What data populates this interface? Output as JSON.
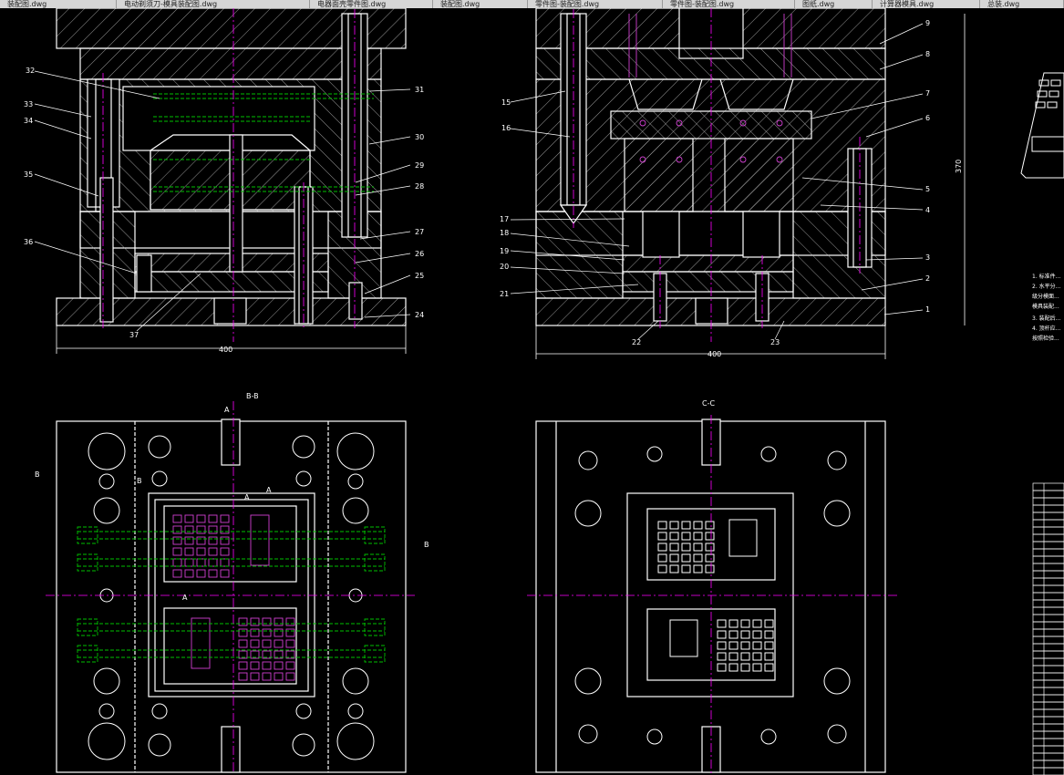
{
  "tabs": [
    {
      "label": "装配图.dwg"
    },
    {
      "label": "电动剃须刀-模具装配图.dwg"
    },
    {
      "label": "电器面壳零件图.dwg"
    },
    {
      "label": "装配图.dwg"
    },
    {
      "label": "零件图-装配图.dwg"
    },
    {
      "label": "零件图-装配图.dwg"
    },
    {
      "label": "图纸.dwg"
    },
    {
      "label": "计算器模具.dwg"
    },
    {
      "label": "总装.dwg"
    }
  ],
  "views": {
    "front_left": {
      "width_dim": "400",
      "callouts": [
        "32",
        "33",
        "34",
        "35",
        "36",
        "37",
        "31",
        "30",
        "29",
        "28",
        "27",
        "26",
        "25",
        "24"
      ]
    },
    "front_right": {
      "width_dim": "400",
      "height_dim": "370",
      "callouts": [
        "9",
        "8",
        "7",
        "6",
        "5",
        "4",
        "3",
        "2",
        "1",
        "15",
        "16",
        "17",
        "18",
        "19",
        "20",
        "21",
        "22",
        "23"
      ]
    },
    "plan_left": {
      "title": "B-B",
      "labels": [
        "A",
        "A",
        "A",
        "A",
        "B",
        "B",
        "B"
      ]
    },
    "plan_right": {
      "title": "C-C"
    }
  },
  "notes": [
    "1. 标准件...",
    "2. 水平分...",
    "级分模面...",
    "模具装配...",
    "3. 装配后...",
    "4. 顶杆应...",
    "按照检验..."
  ],
  "colors": {
    "line": "#ffffff",
    "center": "#ff00ff",
    "cooling": "#00c000",
    "hatch": "#c8c8c8",
    "part": "#d040d0"
  }
}
